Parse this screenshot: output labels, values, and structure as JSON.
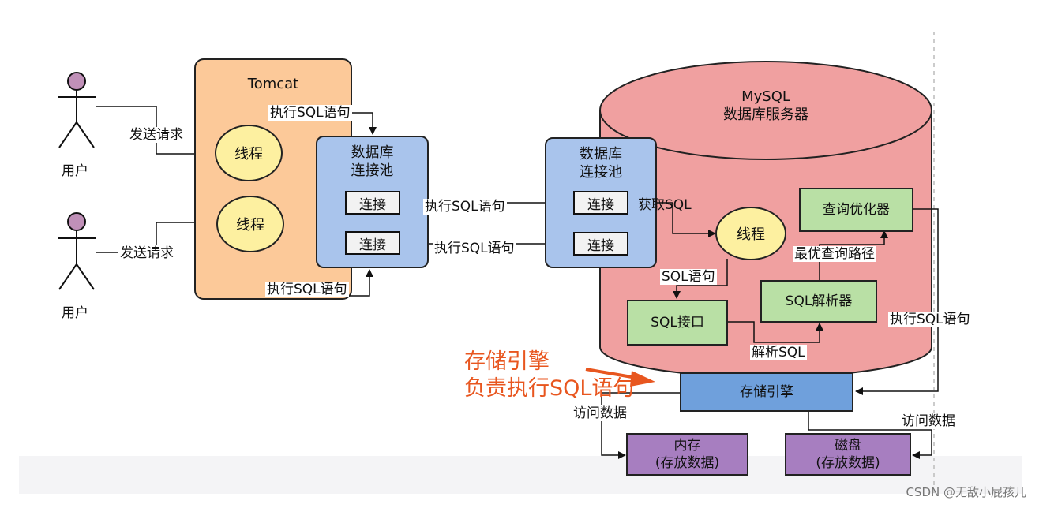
{
  "actors": [
    {
      "label": "用户",
      "request": "发送请求"
    },
    {
      "label": "用户",
      "request": "发送请求"
    }
  ],
  "tomcat": {
    "title": "Tomcat",
    "threads": [
      "线程",
      "线程"
    ],
    "sql_top": "执行SQL语句",
    "sql_bottom": "执行SQL语句"
  },
  "client_pool": {
    "title_line1": "数据库",
    "title_line2": "连接池",
    "connections": [
      "连接",
      "连接"
    ]
  },
  "links": {
    "exec_1": "执行SQL语句",
    "exec_2": "执行SQL语句"
  },
  "mysql": {
    "title_line1": "MySQL",
    "title_line2": "数据库服务器",
    "pool": {
      "title_line1": "数据库",
      "title_line2": "连接池",
      "connections": [
        "连接",
        "连接"
      ]
    },
    "get_sql": "获取SQL",
    "thread": "线程",
    "sql_statement": "SQL语句",
    "sql_interface": "SQL接口",
    "parse_sql": "解析SQL",
    "sql_parser": "SQL解析器",
    "best_path": "最优查询路径",
    "optimizer": "查询优化器",
    "exec_sql": "执行SQL语句",
    "storage_engine": "存储引擎"
  },
  "annotation": {
    "line1": "存储引擎",
    "line2": "负责执行SQL语句",
    "color": "#e8561f"
  },
  "storage": {
    "access_left": "访问数据",
    "access_right": "访问数据",
    "memory_line1": "内存",
    "memory_line2": "(存放数据)",
    "disk_line1": "磁盘",
    "disk_line2": "(存放数据)"
  },
  "watermark": "CSDN @无敌小屁孩儿",
  "colors": {
    "tomcat": "#fcc999",
    "pool": "#a9c4ec",
    "mysql": "#f0a0a0",
    "thread": "#fdf0a0",
    "green": "#b9e0a5",
    "storage": "#6fa0dc",
    "purple": "#a77ec0"
  }
}
